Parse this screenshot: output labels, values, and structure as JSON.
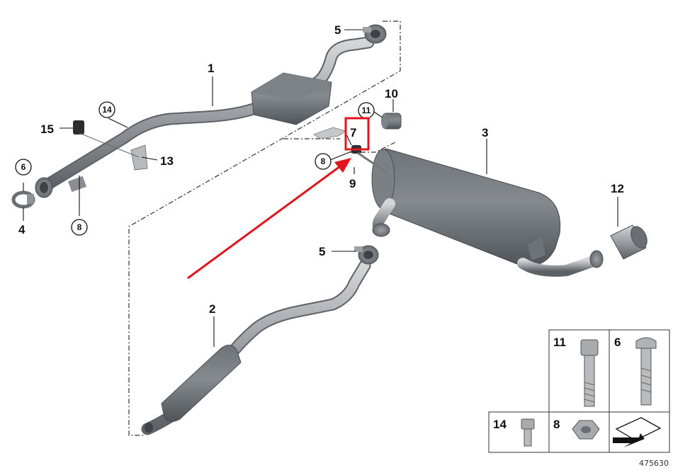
{
  "colors": {
    "part_fill": "#8f9296",
    "part_dark": "#555a5f",
    "part_light": "#c9cbcd",
    "highlight_box": "#e3141b",
    "arrow": "#e3141b"
  },
  "callouts": {
    "c1": "1",
    "c2": "2",
    "c3": "3",
    "c4": "4",
    "c5a": "5",
    "c5b": "5",
    "c6": "6",
    "c7": "7",
    "c8a": "8",
    "c8b": "8",
    "c9": "9",
    "c10": "10",
    "c11": "11",
    "c12": "12",
    "c13": "13",
    "c14": "14",
    "c15": "15"
  },
  "inset": {
    "c11": "11",
    "c6": "6",
    "c14": "14",
    "c8": "8"
  },
  "image_number": "475630"
}
